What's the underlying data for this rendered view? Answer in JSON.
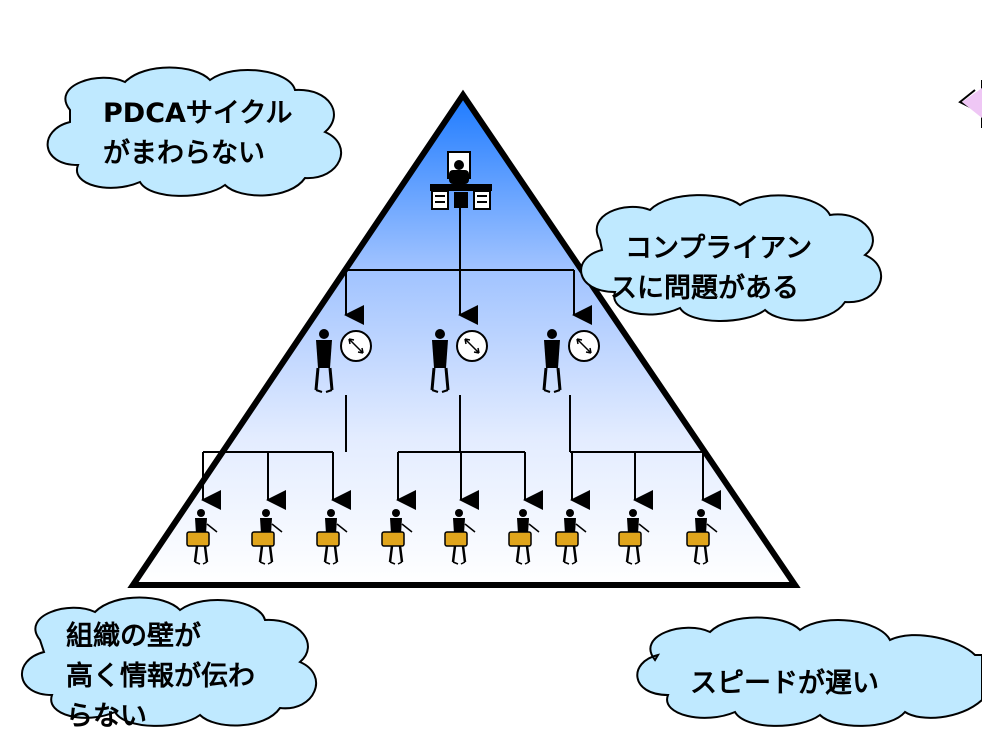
{
  "colors": {
    "pyramid_top": "#1e7bff",
    "pyramid_bottom": "#ffffff",
    "cloud_fill": "#bfe9ff",
    "box": "#e0a51c"
  },
  "clouds": {
    "pdca": [
      "PDCAサイクル",
      "がまわらない"
    ],
    "compliance": [
      "コンプライアン",
      "スに問題がある"
    ],
    "wall": [
      "組織の壁が",
      "高く情報が伝わ",
      "らない"
    ],
    "speed": [
      "スピードが遅い"
    ]
  },
  "icons": {
    "executive": "executive-at-desk-icon",
    "manager": "manager-with-clock-icon",
    "worker": "worker-carrying-box-icon"
  }
}
